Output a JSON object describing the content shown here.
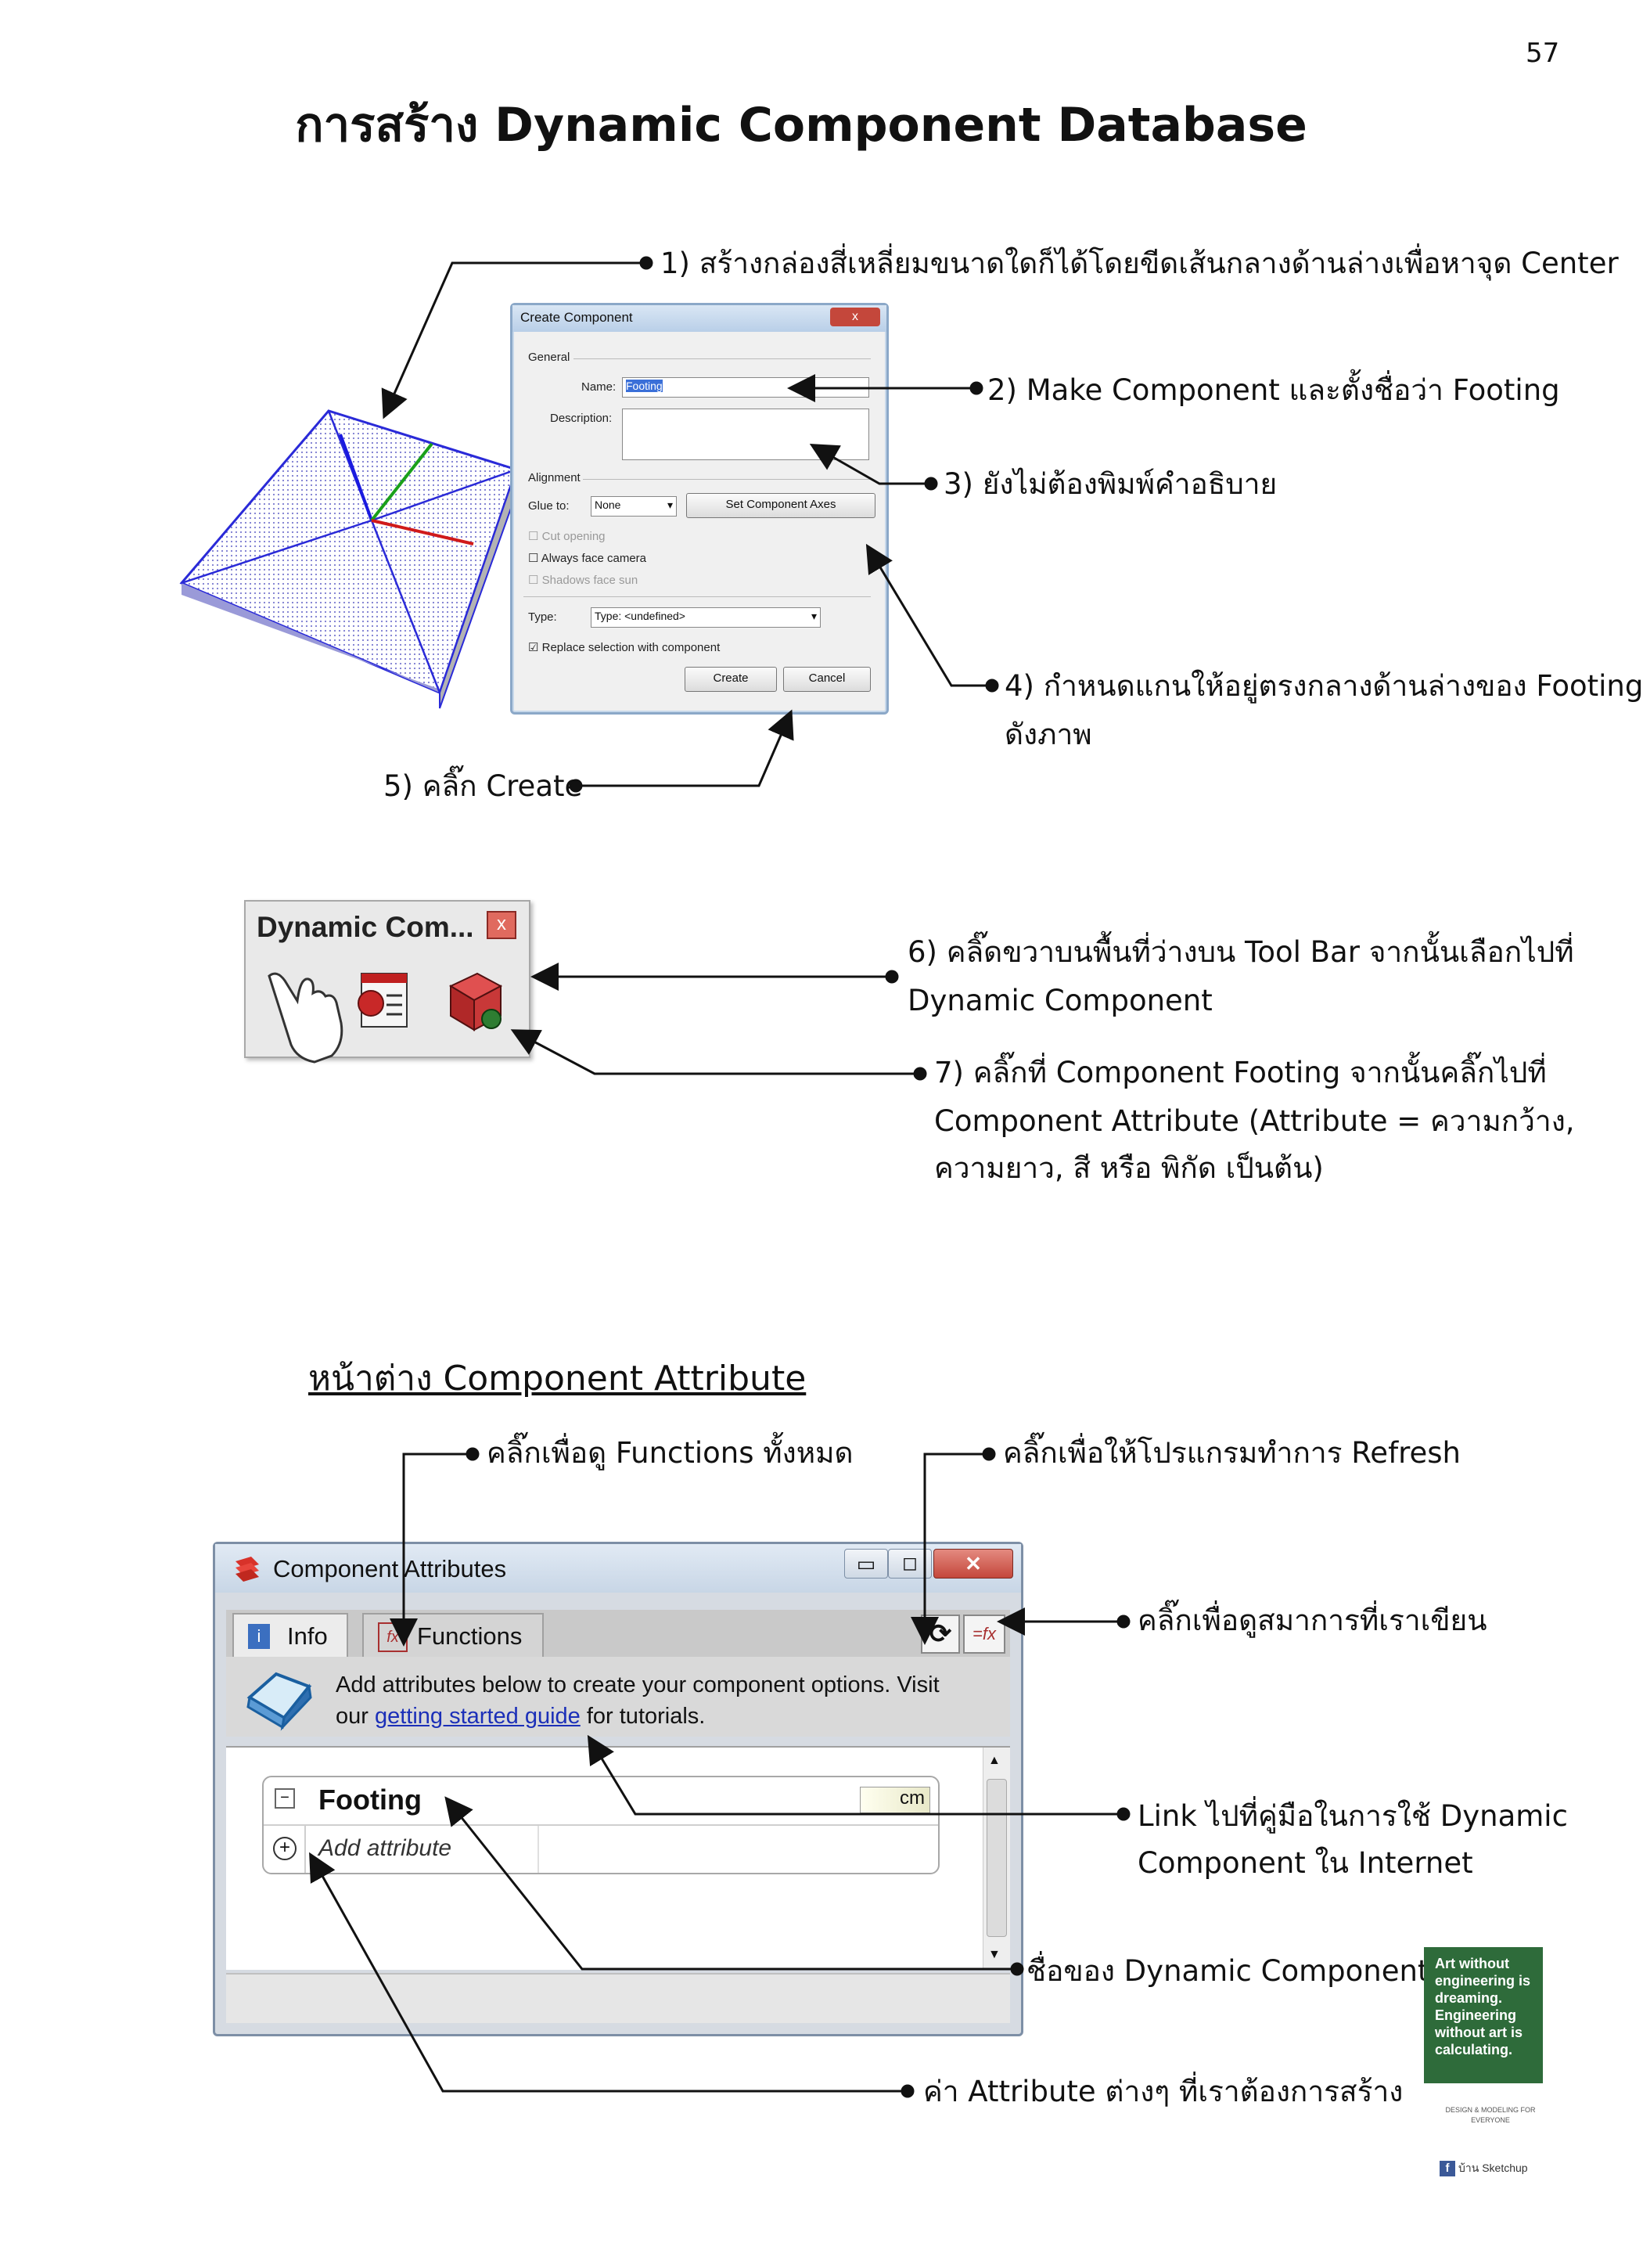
{
  "page": {
    "number": "57",
    "title": "การสร้าง Dynamic Component Database",
    "section_title": "หน้าต่าง Component Attribute"
  },
  "notes": {
    "n1": "1) สร้างกล่องสี่เหลี่ยมขนาดใดก็ได้โดยขีดเส้นกลางด้านล่างเพื่อหาจุด Center",
    "n2": "2) Make Component และตั้งชื่อว่า Footing",
    "n3": "3) ยังไม่ต้องพิมพ์คำอธิบาย",
    "n4_line1": "4) กำหนดแกนให้อยู่ตรงกลางด้านล่างของ Footing",
    "n4_line2": "ดังภาพ",
    "n5": "5) คลิ๊ก Create",
    "n6_line1": "6) คลิ๊ดขวาบนพื้นที่ว่างบน Tool Bar จากนั้นเลือกไปที่",
    "n6_line2": "Dynamic Component",
    "n7_line1": "7) คลิ๊กที่ Component Footing จากนั้นคลิ๊กไปที่",
    "n7_line2": "Component Attribute (Attribute = ความกว้าง,",
    "n7_line3": "ความยาว, สี หรือ พิกัด เป็นต้น)",
    "functions": "คลิ๊กเพื่อดู Functions ทั้งหมด",
    "refresh": "คลิ๊กเพื่อให้โปรแกรมทำการ Refresh",
    "formula": "คลิ๊กเพื่อดูสมาการที่เราเขียน",
    "link_line1": "Link ไปที่คู่มือในการใช้ Dynamic",
    "link_line2": "Component ใน Internet",
    "name": "ชื่อของ Dynamic Component",
    "attr": "ค่า Attribute ต่างๆ ที่เราต้องการสร้าง"
  },
  "create_dialog": {
    "title": "Create Component",
    "close": "x",
    "general": "General",
    "name_label": "Name:",
    "name_value": "Footing",
    "description_label": "Description:",
    "alignment": "Alignment",
    "glue_label": "Glue to:",
    "glue_value": "None",
    "set_axes": "Set Component Axes",
    "cut_opening": "Cut opening",
    "always_face_camera": "Always face camera",
    "shadows_face_sun": "Shadows face sun",
    "type_label": "Type:",
    "type_value": "Type: <undefined>",
    "replace": "Replace selection with component",
    "create": "Create",
    "cancel": "Cancel"
  },
  "dc_toolbar": {
    "title": "Dynamic Com...",
    "close": "x"
  },
  "attributes_window": {
    "title": "Component Attributes",
    "tab_info": "Info",
    "tab_functions": "Functions",
    "desc_line1": "Add attributes below to create your component options. Visit",
    "desc_line2_pre": "our ",
    "desc_link": "getting started guide",
    "desc_line2_post": " for tutorials.",
    "component_name": "Footing",
    "unit": "cm",
    "add_attribute": "Add attribute",
    "fx_label": "=fx"
  },
  "thumbnail": {
    "text": "Art without engineering is dreaming. Engineering without art is calculating.",
    "subtitle": "DESIGN & MODELING FOR EVERYONE",
    "fb": "บ้าน Sketchup"
  },
  "colors": {
    "link": "#1b2fb8",
    "box_edge": "#2a2ad8",
    "thumb_bg": "#2e6b3a",
    "close_red": "#c4473b"
  }
}
